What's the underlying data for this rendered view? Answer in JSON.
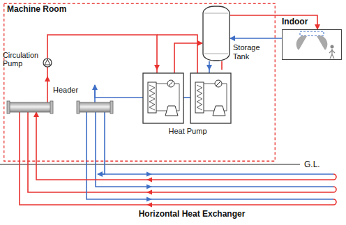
{
  "diagram": {
    "nodes": [
      {
        "text": [
          "Machine Room"
        ]
      },
      {
        "text": [
          "Circulation Pump"
        ],
        "in": 0
      },
      {
        "text": [
          "Header"
        ],
        "in": 0
      },
      {
        "text": [
          "Storage Tank"
        ],
        "in": 0
      },
      {
        "text": [
          "Heat Pump"
        ],
        "in": 0
      },
      {
        "text": [
          "Indoor"
        ]
      },
      {
        "text": [
          "Horizontal Heat Exchanger"
        ]
      }
    ],
    "edges": [
      {
        "from": 2,
        "to": 1,
        "arrow": "to"
      },
      {
        "from": 1,
        "to": 4,
        "arrow": "to"
      },
      {
        "from": 4,
        "to": 2,
        "arrow": "to"
      },
      {
        "from": 4,
        "to": 3,
        "arrow": "to"
      },
      {
        "from": 3,
        "to": 4,
        "arrow": "to"
      },
      {
        "from": 3,
        "to": 5,
        "arrow": "to"
      },
      {
        "from": 5,
        "to": 3,
        "arrow": "to"
      },
      {
        "from": 6,
        "to": 2,
        "arrow": "to"
      },
      {
        "from": 2,
        "to": 6,
        "arrow": "to"
      }
    ],
    "labels": [
      "G.L."
    ]
  }
}
